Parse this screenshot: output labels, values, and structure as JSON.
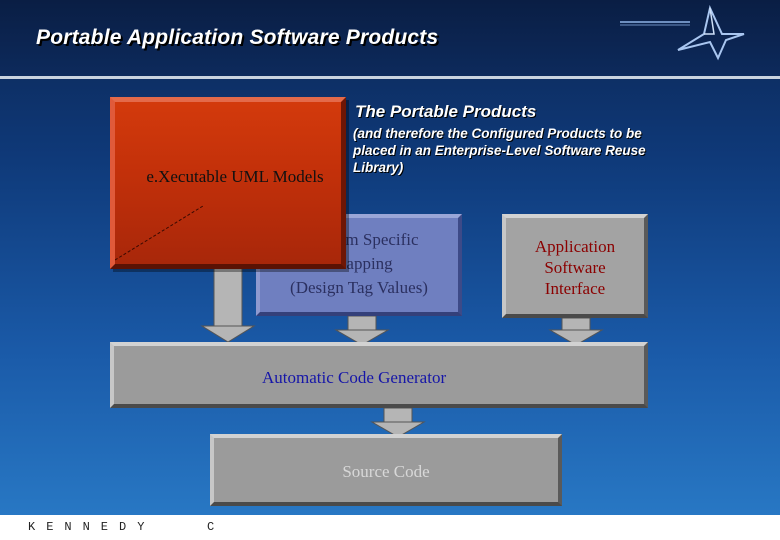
{
  "slide": {
    "title": "Portable Application Software Products"
  },
  "annotation": {
    "heading": "The Portable Products",
    "note": "(and therefore the Configured Products to be placed in an Enterprise-Level Software Reuse Library)"
  },
  "boxes": {
    "uml_models": "e.Xecutable UML Models",
    "platform_mapping_line1": "m Specific",
    "platform_mapping_line2": "Mapping",
    "platform_mapping_line3": "(Design Tag Values)",
    "app_interface": "Application Software Interface",
    "code_generator": "Automatic Code Generator",
    "source_code": "Source Code"
  },
  "footer": {
    "org": "KENNEDY",
    "suffix": "C"
  },
  "colors": {
    "uml_box": "#c2300a",
    "platform_box": "#6f7fc0",
    "gray_box": "#9b9b9b",
    "code_gen_text": "#1616a8",
    "app_interface_text": "#8b0000"
  },
  "icons": {
    "logo": "star-logo-icon"
  }
}
